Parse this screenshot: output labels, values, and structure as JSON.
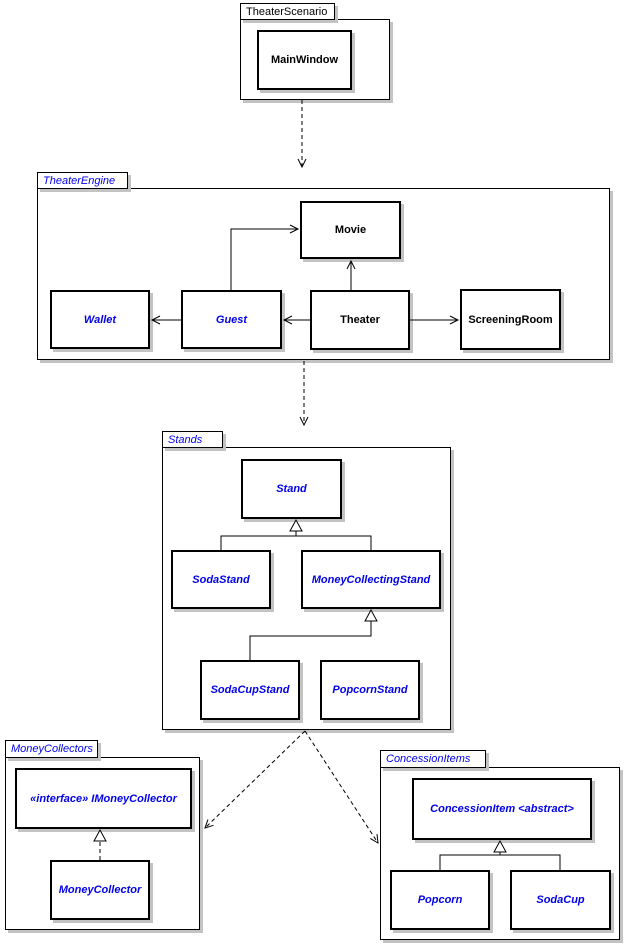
{
  "packages": {
    "theater_scenario": {
      "label": "TheaterScenario"
    },
    "theater_engine": {
      "label": "TheaterEngine"
    },
    "stands": {
      "label": "Stands"
    },
    "money_collectors": {
      "label": "MoneyCollectors"
    },
    "concession_items": {
      "label": "ConcessionItems"
    }
  },
  "classes": {
    "main_window": {
      "label": "MainWindow"
    },
    "movie": {
      "label": "Movie"
    },
    "wallet": {
      "label": "Wallet"
    },
    "guest": {
      "label": "Guest"
    },
    "theater": {
      "label": "Theater"
    },
    "screening_room": {
      "label": "ScreeningRoom"
    },
    "stand": {
      "label": "Stand"
    },
    "soda_stand": {
      "label": "SodaStand"
    },
    "money_collecting_stand": {
      "label": "MoneyCollectingStand"
    },
    "soda_cup_stand": {
      "label": "SodaCupStand"
    },
    "popcorn_stand": {
      "label": "PopcornStand"
    },
    "imoney_collector": {
      "label": "«interface» IMoneyCollector"
    },
    "money_collector": {
      "label": "MoneyCollector"
    },
    "concession_item": {
      "label": "ConcessionItem <abstract>"
    },
    "popcorn": {
      "label": "Popcorn"
    },
    "soda_cup": {
      "label": "SodaCup"
    }
  },
  "colors": {
    "abstract_text": "#0202e8",
    "concrete_text": "#000000",
    "box_border": "#000000",
    "box_fill": "#ffffff",
    "shadow": "#c3c3c3",
    "background": "#ffffff"
  },
  "relationships": [
    {
      "from": "Guest",
      "to": "Wallet",
      "type": "directed-association"
    },
    {
      "from": "Theater",
      "to": "Guest",
      "type": "directed-association"
    },
    {
      "from": "Theater",
      "to": "ScreeningRoom",
      "type": "directed-association"
    },
    {
      "from": "Guest",
      "to": "Movie",
      "type": "directed-association"
    },
    {
      "from": "Theater",
      "to": "Movie",
      "type": "directed-association"
    },
    {
      "from": "SodaStand",
      "to": "Stand",
      "type": "generalization"
    },
    {
      "from": "MoneyCollectingStand",
      "to": "Stand",
      "type": "generalization"
    },
    {
      "from": "SodaCupStand",
      "to": "MoneyCollectingStand",
      "type": "generalization"
    },
    {
      "from": "PopcornStand",
      "to": "MoneyCollectingStand",
      "type": "generalization"
    },
    {
      "from": "MoneyCollector",
      "to": "IMoneyCollector",
      "type": "realization"
    },
    {
      "from": "Popcorn",
      "to": "ConcessionItem",
      "type": "generalization"
    },
    {
      "from": "SodaCup",
      "to": "ConcessionItem",
      "type": "generalization"
    },
    {
      "from": "TheaterScenario",
      "to": "TheaterEngine",
      "type": "dependency"
    },
    {
      "from": "TheaterEngine",
      "to": "Stands",
      "type": "dependency"
    },
    {
      "from": "Stands",
      "to": "MoneyCollectors",
      "type": "dependency"
    },
    {
      "from": "Stands",
      "to": "ConcessionItems",
      "type": "dependency"
    }
  ]
}
